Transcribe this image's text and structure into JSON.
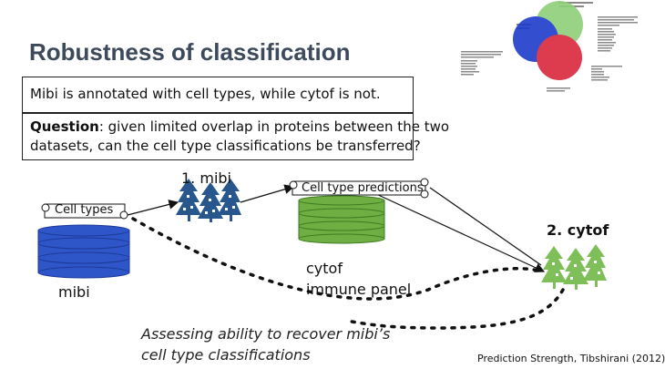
{
  "slide": {
    "title": "Robustness of classification",
    "box1_text": "Mibi is annotated with cell types, while cytof is not.",
    "question_bold": "Question",
    "question_line1": ": given limited overlap in proteins between the two",
    "question_line2": "datasets, can the cell type classifications be transferred?",
    "label_mibi_trees": "1. mibi",
    "label_cell_types": "Cell types",
    "label_cell_type_predictions": "Cell type predictions",
    "label_cytof_trees": "2. cytof",
    "label_mibi_db": "mibi",
    "label_cytof_panel_1": "cytof",
    "label_cytof_panel_2": "immune panel",
    "note_line1": "Assessing ability to recover mibi’s",
    "note_line2": "cell type classifications",
    "citation": "Prediction Strength, Tibshirani (2012)"
  },
  "colors": {
    "title": "#3c4a5c",
    "mibi_db": "#2f56c9",
    "cytof_db": "#6fae43",
    "tree_blue": "#27578c",
    "tree_green": "#7fbf5a",
    "venn_blue": "#1f3bcc",
    "venn_green": "#8fcf7a",
    "venn_red": "#d9283b"
  },
  "icons": [
    "scroll-banner-icon",
    "database-stack-icon",
    "tree-group-icon",
    "venn-diagram-icon",
    "arrow-icon"
  ]
}
